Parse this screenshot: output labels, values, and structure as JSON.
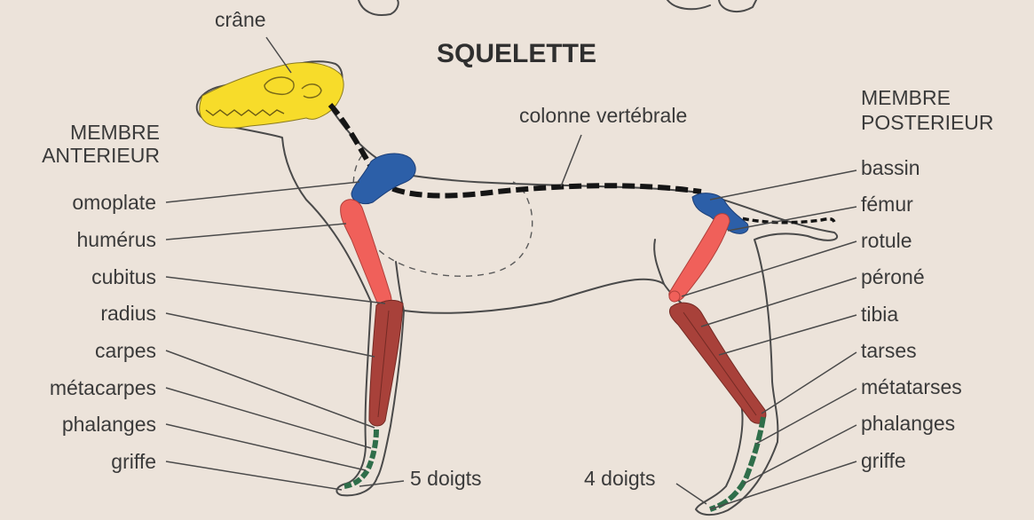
{
  "title": "SQUELETTE",
  "head_label": "crâne",
  "spine_label": "colonne vertébrale",
  "front": {
    "heading_line1": "MEMBRE",
    "heading_line2": "ANTERIEUR",
    "labels": [
      "omoplate",
      "humérus",
      "cubitus",
      "radius",
      "carpes",
      "métacarpes",
      "phalanges",
      "griffe"
    ],
    "toes": "5 doigts"
  },
  "rear": {
    "heading_line1": "MEMBRE",
    "heading_line2": "POSTERIEUR",
    "labels": [
      "bassin",
      "fémur",
      "rotule",
      "péroné",
      "tibia",
      "tarses",
      "métatarses",
      "phalanges",
      "griffe"
    ],
    "toes": "4 doigts"
  },
  "colors": {
    "background": "#ece3da",
    "skull": "#f7dc2a",
    "shoulder_pelvis": "#2c5fa8",
    "upper_bones": "#f0605a",
    "lower_bones": "#a8413a",
    "foot_bones": "#2f6e4a",
    "spine": "#151515"
  }
}
